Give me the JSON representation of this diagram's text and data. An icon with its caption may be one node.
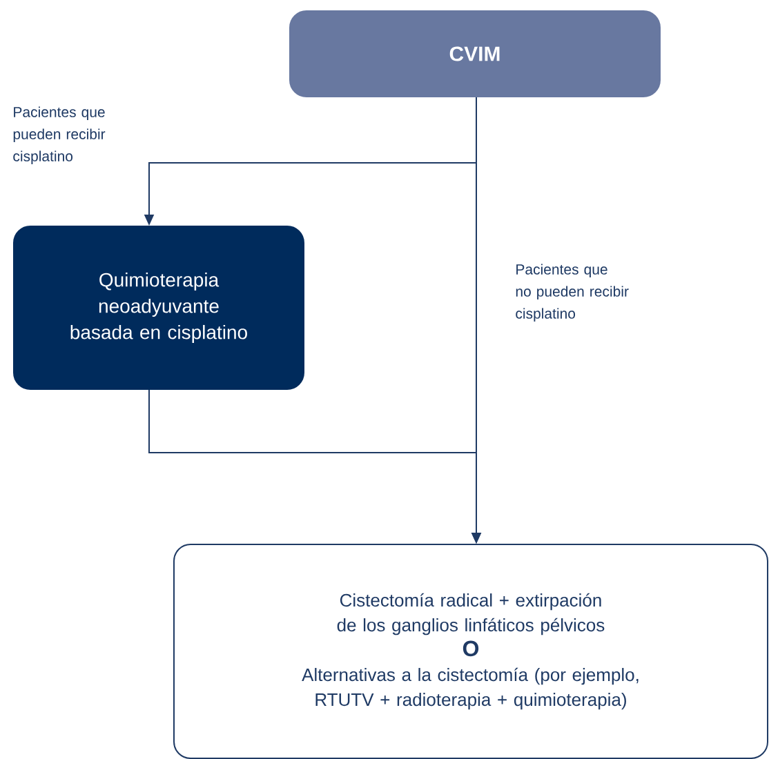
{
  "diagram": {
    "nodes": [
      {
        "text": [
          "CVIM"
        ]
      },
      {
        "text": [
          "Quimioterapia neoadyuvante basada en cisplatino"
        ]
      },
      {
        "text": [
          "Cistectomía radical + extirpación de los ganglios linfáticos pélvicos",
          "O",
          "Alternativas a la cistectomía (por ejemplo, RTUTV + radioterapia + quimioterapia)"
        ]
      }
    ],
    "edges": [
      {
        "from": 0,
        "to": 1,
        "arrow": "to",
        "label": "Pacientes que pueden recibir cisplatino"
      },
      {
        "from": 0,
        "to": 2,
        "arrow": "to",
        "label": "Pacientes que no pueden recibir cisplatino"
      },
      {
        "from": 1,
        "to": 2,
        "arrow": "to"
      }
    ]
  }
}
